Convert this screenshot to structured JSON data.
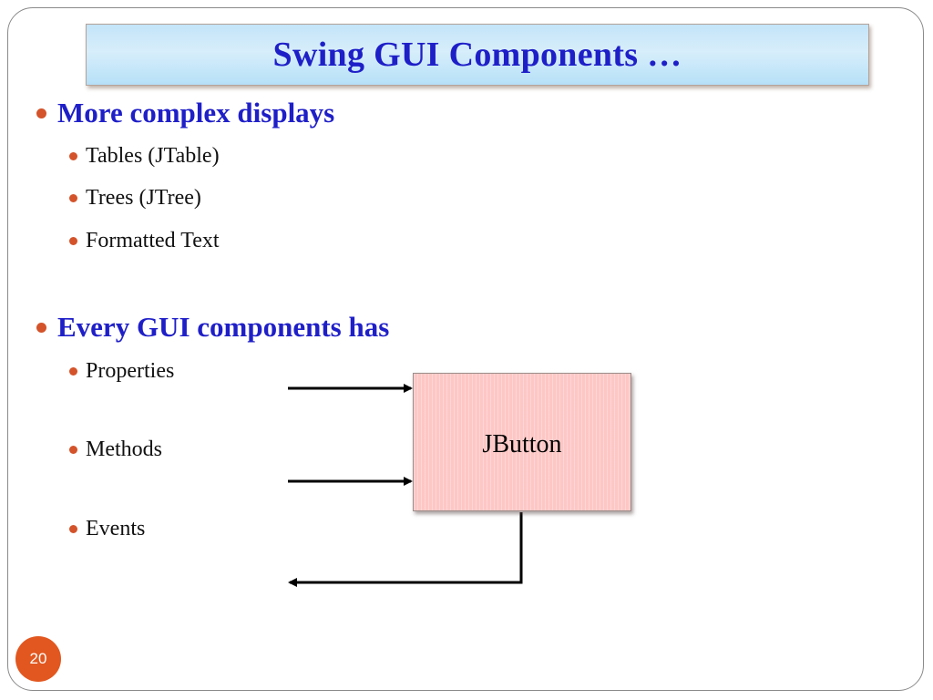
{
  "slide": {
    "title": "Swing GUI Components …",
    "page_number": "20"
  },
  "sections": [
    {
      "heading": "More complex displays",
      "items": [
        "Tables (JTable)",
        "Trees (JTree)",
        "Formatted Text"
      ]
    },
    {
      "heading": "Every GUI components has",
      "items": [
        "Properties",
        "Methods",
        "Events"
      ]
    }
  ],
  "diagram": {
    "box_label": "JButton",
    "box_color": "#fdc7c5"
  },
  "colors": {
    "heading": "#1f1fc8",
    "bullet": "#d4532a",
    "page_badge": "#e2571f"
  }
}
